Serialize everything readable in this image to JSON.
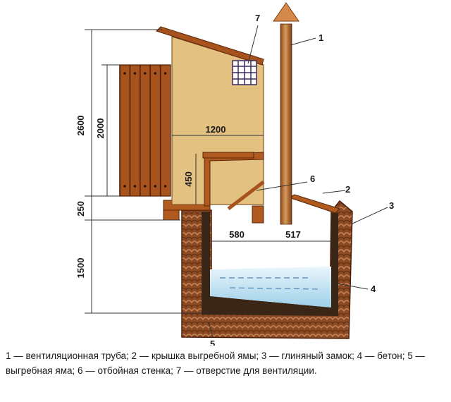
{
  "diagram": {
    "parts": {
      "p1": "1",
      "p2": "2",
      "p3": "3",
      "p4": "4",
      "p5": "5",
      "p6": "6",
      "p7": "7"
    },
    "dimensions": {
      "d2600": "2600",
      "d2000": "2000",
      "d1200": "1200",
      "d450": "450",
      "d250": "250",
      "d1500": "1500",
      "d580": "580",
      "d517": "517"
    },
    "colors": {
      "wall": "#e3c181",
      "wood": "#a8531e",
      "wood_dark": "#6b2d0a",
      "pipe": "#c27a3e",
      "soil": "#8b4a23",
      "water": "#bfe0f2",
      "line": "#333333"
    }
  },
  "caption": "1 — вентиляционная труба; 2 — крышка выгребной ямы; 3 — глиняный замок; 4 — бетон; 5 — выгребная яма; 6 — отбойная стенка; 7 — отверстие для вентиляции."
}
